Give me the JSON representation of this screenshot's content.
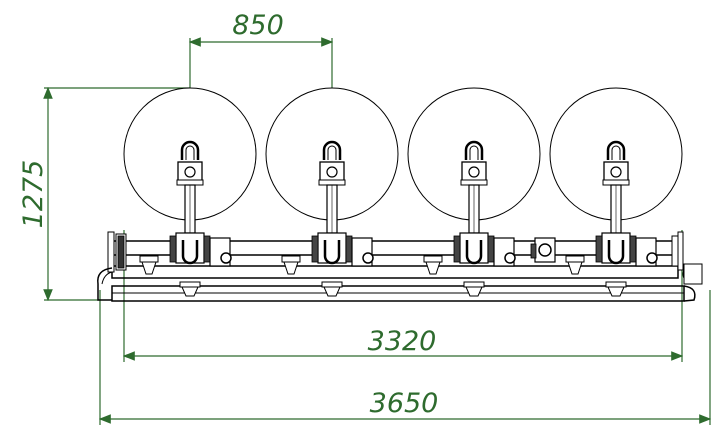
{
  "drawing": {
    "dimensions": {
      "spacing": "850",
      "height": "1275",
      "inner_width": "3320",
      "overall_width": "3650"
    },
    "vessel_count": 4,
    "colors": {
      "dimension": "#2e6b2e",
      "line": "#000000"
    }
  }
}
